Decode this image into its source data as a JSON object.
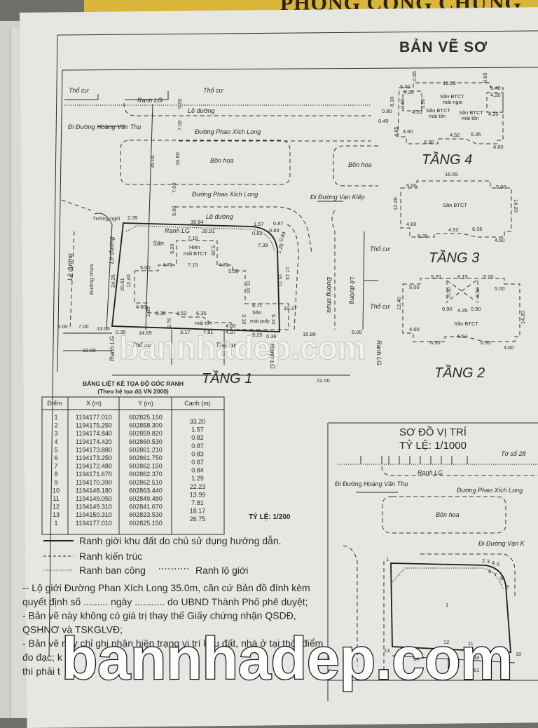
{
  "stamp_text": "PHÒNG CÔNG CHỨNG SỐ",
  "title": "BẢN VẼ SƠ",
  "labels": {
    "tho_cu": "Thổ cư",
    "ranh_lg": "Ranh LG",
    "le_duong": "Lề đường",
    "di_hoang_van_thu": "Đi Đường Hoàng Văn Thụ",
    "duong_phan_xich_long": "Đường Phan Xích Long",
    "bon_hoa": "Bồn hoa",
    "di_van_kiep": "Đi Đường Vạn Kiếp",
    "tuong_ngoi": "Tường ngói",
    "duong_nhua": "Đường nhựa",
    "san": "Sân",
    "hien": "Hiên",
    "mai_btct": "mái BTCT",
    "mai_poly": "mái poly",
    "mai_ton": "mái tôn",
    "san_btct": "Sân BTCT",
    "mai_ngoi": "mái ngói"
  },
  "floors": {
    "tang_1": "TẦNG 1",
    "tang_2": "TẦNG 2",
    "tang_3": "TẦNG 3",
    "tang_4": "TẦNG 4"
  },
  "site_dims": [
    "35.00",
    "5.00",
    "7.00",
    "10.90",
    "7.00",
    "5.00"
  ],
  "tang1_dims": [
    "2.35",
    "30.84",
    "26.91",
    "7.15",
    "1.57",
    "0.87",
    "0.83",
    "0.84",
    "1.29",
    "7.39",
    "0.82",
    "5.00",
    "4.70",
    "7.15",
    "4.70",
    "5.00",
    "24.35",
    "20.61",
    "12.40",
    "11.10",
    "15.71",
    "17.13",
    "4.60",
    "6.30",
    "4.52",
    "6.35",
    "8.71",
    "10.37",
    "4.60",
    "3.10",
    "5.10",
    "14.65",
    "3.17",
    "7.81",
    "4.37",
    "9.25",
    "0.36",
    "0.35",
    "13.00",
    "3.00",
    "7.00",
    "10.00",
    "15.80",
    "5.00",
    "22.00",
    "5.20",
    "5.20",
    "2.76",
    "1.00"
  ],
  "tang4_dims": [
    "16.55",
    "5.40",
    "5.40",
    "0.65",
    "0.65",
    "4.20",
    "4.20",
    "4.20",
    "4.20",
    "8.10",
    "0.80",
    "0.40",
    "4.60",
    "4.52",
    "6.35",
    "6.30",
    "4.60",
    "4.65",
    "3.90",
    "3.90"
  ],
  "tang3_dims": [
    "16.55",
    "5.00",
    "5.00",
    "12.40",
    "14.20",
    "4.60",
    "4.52",
    "6.35",
    "6.30",
    "4.60"
  ],
  "tang2_dims": [
    "5.20",
    "6.15",
    "5.20",
    "5.00",
    "5.00",
    "6.50",
    "6.50",
    "0.90",
    "4.35",
    "0.90",
    "12.40",
    "14.20",
    "4.60",
    "4.52",
    "6.30",
    "6.35",
    "4.60"
  ],
  "table": {
    "title": "BẢNG LIỆT KÊ TỌA ĐỘ GÓC RANH",
    "subtitle": "(Theo hệ tọa độ VN 2000)",
    "headers": [
      "Điểm",
      "X (m)",
      "Y (m)",
      "Cạnh (m)"
    ],
    "rows": [
      {
        "point": "1",
        "x": "1194177.010",
        "y": "602825.150"
      },
      {
        "point": "2",
        "x": "1194175.250",
        "y": "602858.300"
      },
      {
        "point": "3",
        "x": "1194174.840",
        "y": "602859.820"
      },
      {
        "point": "4",
        "x": "1194174.420",
        "y": "602860.530"
      },
      {
        "point": "5",
        "x": "1194173.880",
        "y": "602861.210"
      },
      {
        "point": "6",
        "x": "1194173.250",
        "y": "602861.750"
      },
      {
        "point": "7",
        "x": "1194172.480",
        "y": "602862.150"
      },
      {
        "point": "8",
        "x": "1194171.670",
        "y": "602862.370"
      },
      {
        "point": "9",
        "x": "1194170.390",
        "y": "602862.510"
      },
      {
        "point": "10",
        "x": "1194148.180",
        "y": "602863.440"
      },
      {
        "point": "11",
        "x": "1194149.050",
        "y": "602849.480"
      },
      {
        "point": "12",
        "x": "1194149.310",
        "y": "602841.670"
      },
      {
        "point": "13",
        "x": "1194150.310",
        "y": "602823.530"
      },
      {
        "point": "1",
        "x": "1194177.010",
        "y": "602825.150"
      }
    ],
    "edges": [
      "33.20",
      "1.57",
      "0.82",
      "0.87",
      "0.83",
      "0.87",
      "0.84",
      "1.29",
      "22.23",
      "13.99",
      "7.81",
      "18.17",
      "26.75"
    ]
  },
  "scale": "TỶ LỆ: 1/200",
  "legend": {
    "solid": "Ranh giới khu đất do chủ sử dụng hướng dẫn.",
    "dashed": "Ranh kiến trúc",
    "dotted_fine": "Ranh ban công",
    "dotted": "Ranh lộ giới"
  },
  "notes": [
    "-- Lộ giới Đường Phan Xích Long 35.0m, căn cứ Bản đồ đính kèm",
    "quyết định số ......... ngày ........... do UBND Thành Phố phê duyệt;",
    "- Bản vẽ này không có giá trị thay thế Giấy chứng nhận QSDĐ,",
    "QSHNƠ và TSKGLVĐ;",
    "- Bản vẽ này chỉ ghi nhận hiện trạng vị trí khu đất, nhà ở tại thời điểm",
    "đo đạc; k",
    "thì phải t"
  ],
  "location_map": {
    "title": "SƠ ĐỒ VỊ TRÍ",
    "scale": "TỶ LỆ: 1/1000",
    "sheet": "Tờ số 28",
    "ranh_lg": "Ranh LG",
    "di_hoang_van_thu": "Đi Đường Hoàng Văn Thụ",
    "duong_phan_xich_long": "Đường Phan Xích Long",
    "bon_hoa": "Bồn hoa",
    "di_van_kiep": "Đi Đường Vạn K",
    "lot_number": "1",
    "points": [
      "1",
      "2",
      "3",
      "4",
      "5",
      "6",
      "7",
      "8",
      "9",
      "10",
      "11",
      "12",
      "13"
    ],
    "parcels": [
      "34",
      "33",
      "61"
    ]
  },
  "watermark": "bannhadep.com"
}
